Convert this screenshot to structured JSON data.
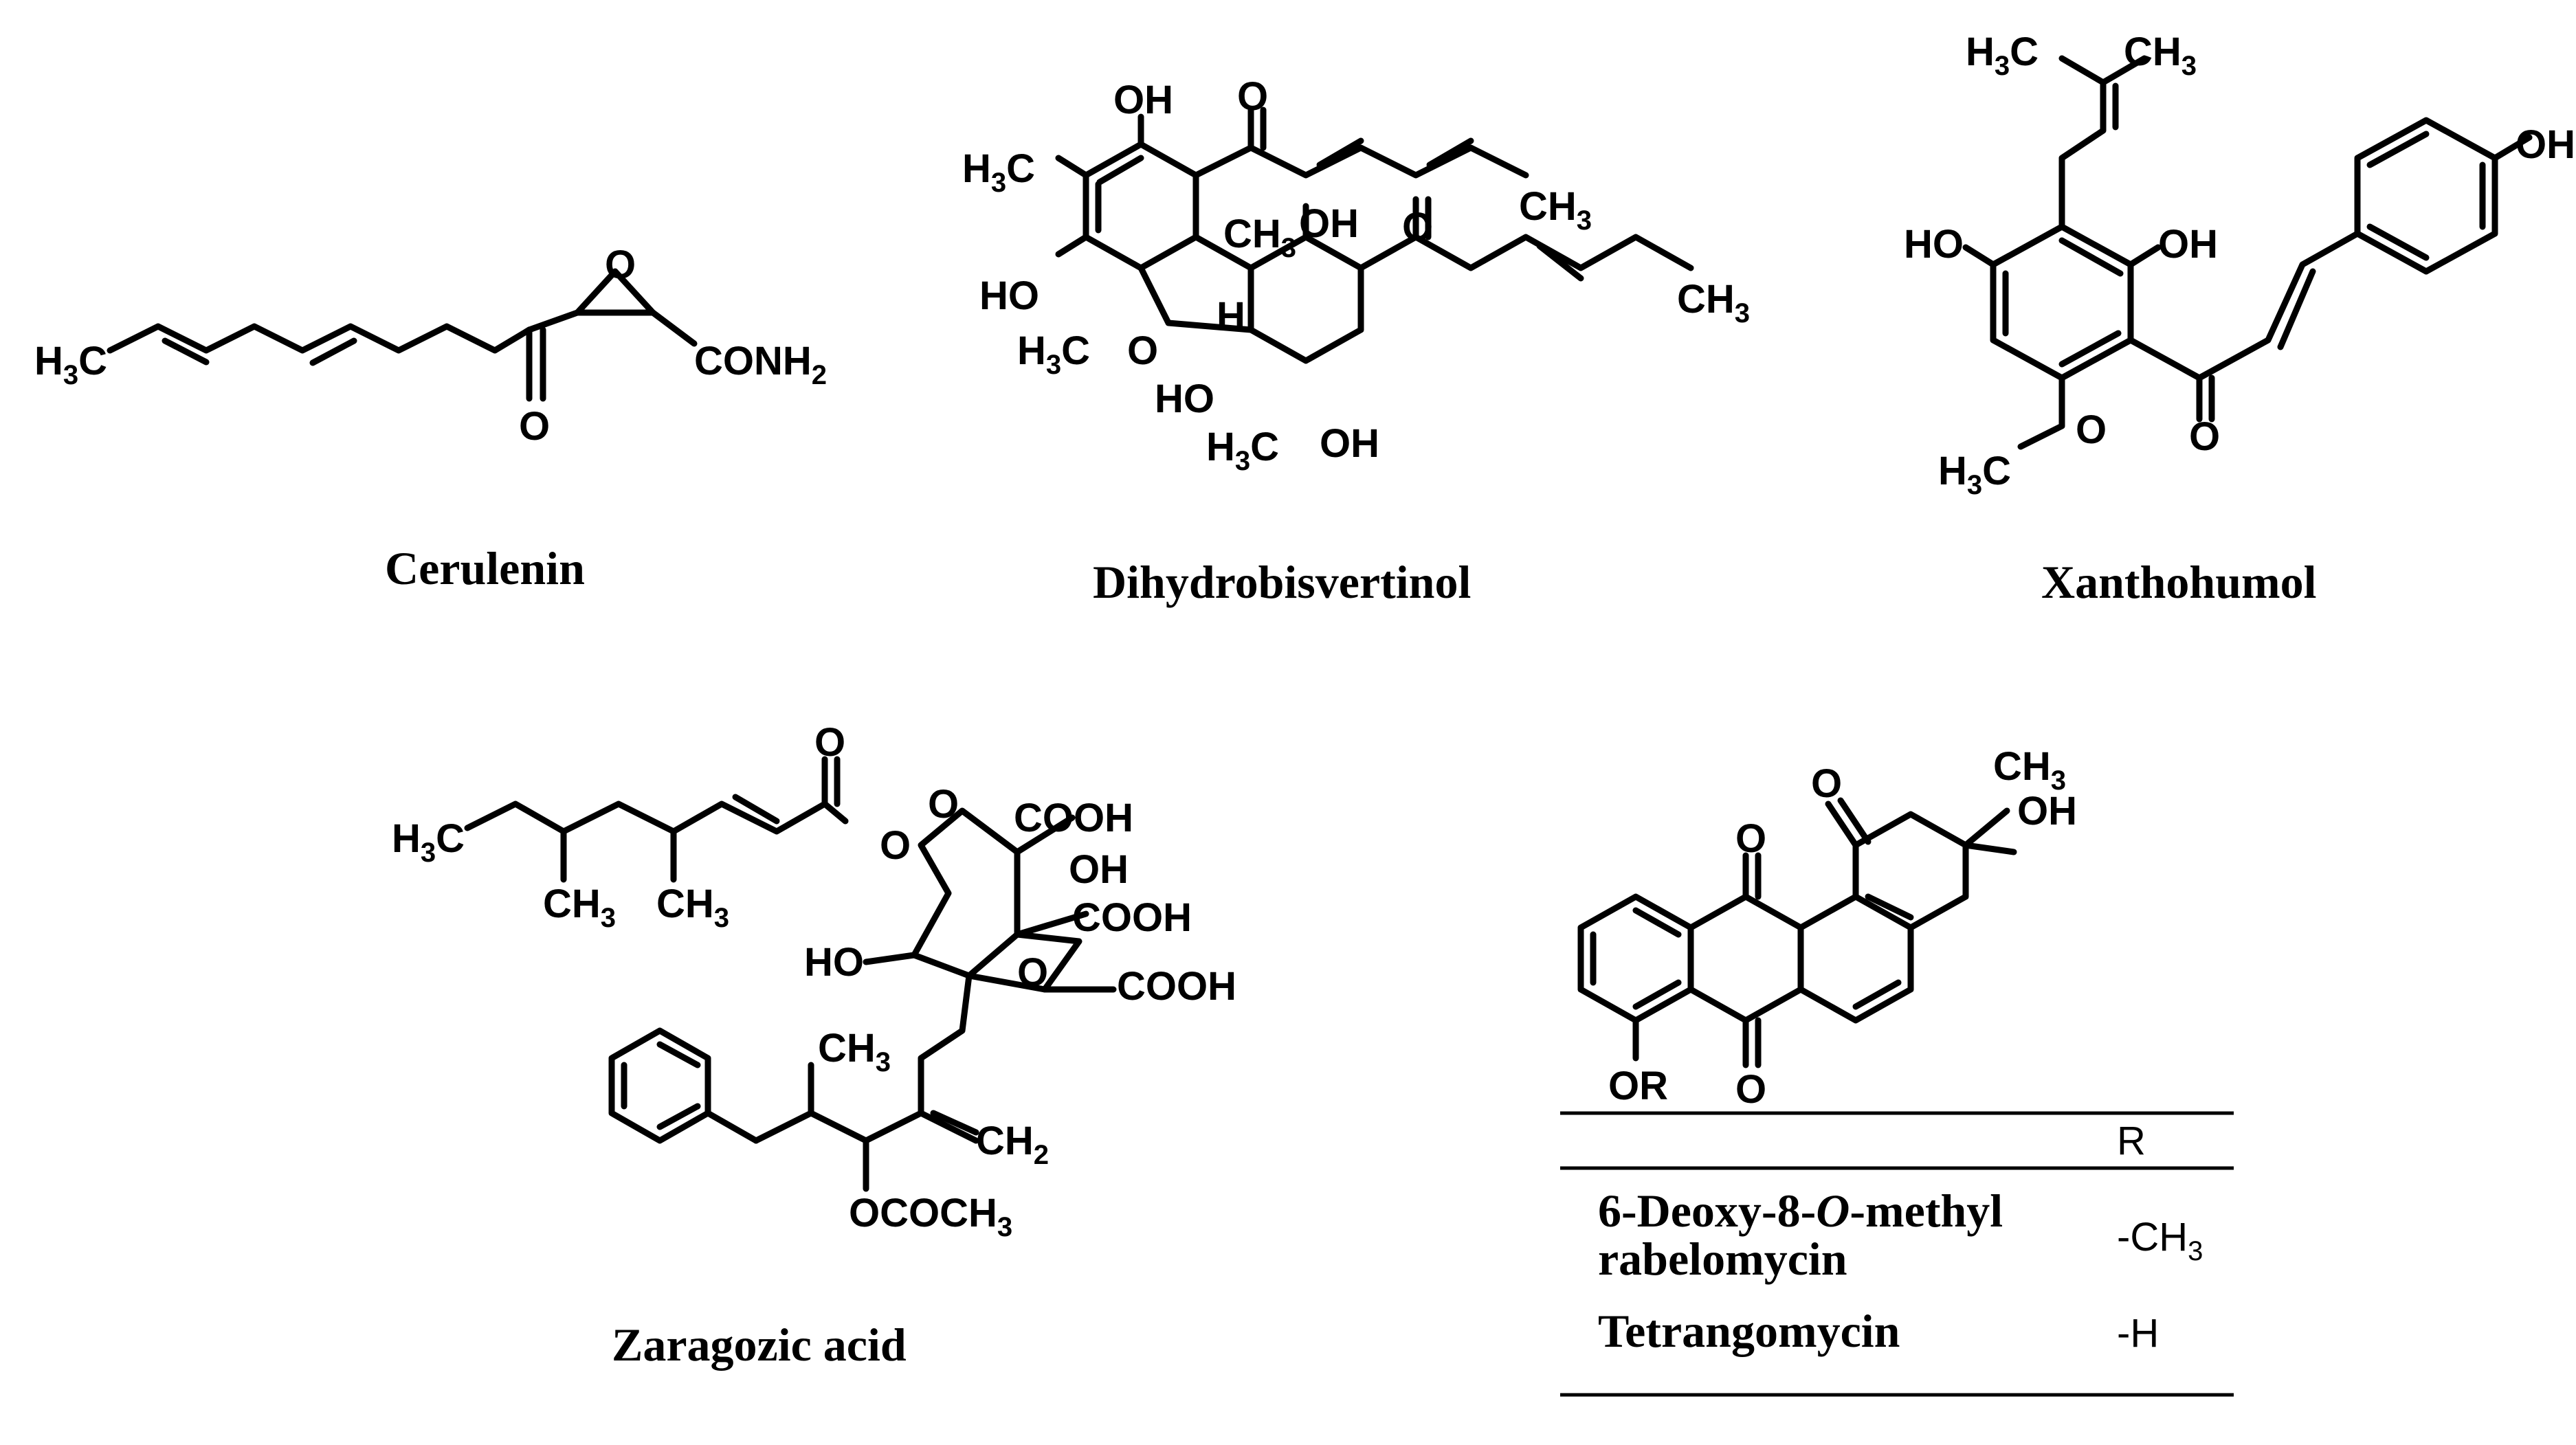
{
  "compounds": {
    "cerulenin": "Cerulenin",
    "dihydrobisvertinol": "Dihydrobisvertinol",
    "xanthohumol": "Xanthohumol",
    "zaragozic_acid": "Zaragozic acid"
  },
  "table": {
    "header": "R",
    "rows": [
      {
        "name_line1_a": "6-Deoxy-8-",
        "name_line1_italic": "O",
        "name_line1_b": "-methyl",
        "name_line2": "rabelomycin",
        "r_value": "-CH3"
      },
      {
        "name_line1": "Tetrangomycin",
        "r_value": "-H"
      }
    ]
  },
  "labels": {
    "h3c": "H3C",
    "ch3": "CH3",
    "oh": "OH",
    "ho": "HO",
    "o": "O",
    "h": "H",
    "conh2": "CONH2",
    "cooh": "COOH",
    "ch2": "CH2",
    "ococh3": "OCOCH3",
    "or": "OR"
  }
}
